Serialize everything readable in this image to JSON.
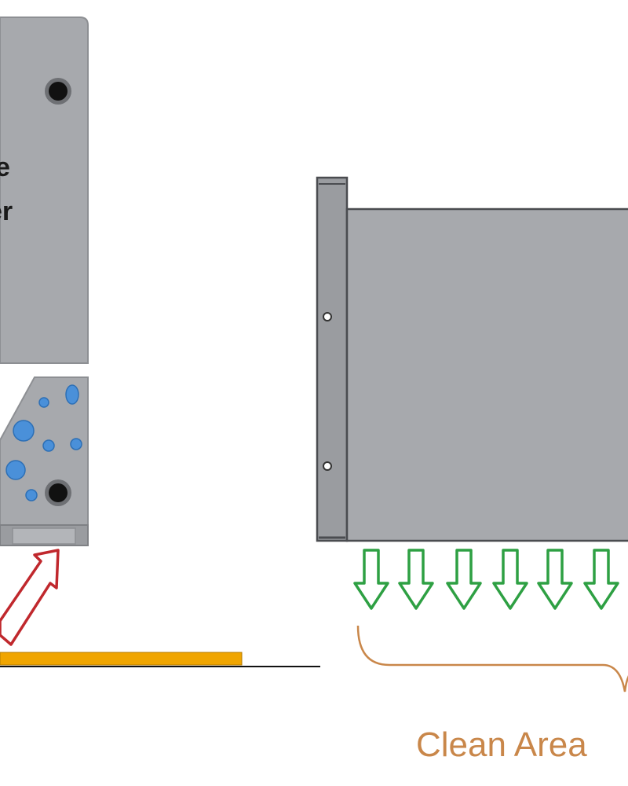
{
  "left_device": {
    "label_line1": "e",
    "label_line2": "er",
    "drop_color": "#4a90d9",
    "body_color": "#a7a9ad",
    "arrow_color": "#c0282d",
    "strip_color": "#f0a500"
  },
  "right_device": {
    "body_color": "#a7a9ad",
    "arrow_color": "#2ea043",
    "bracket_color": "#c9874a",
    "caption": "Clean Area"
  },
  "icons": {
    "arrow_up_left": "outline-arrow-up-right-icon",
    "arrow_down": "outline-arrow-down-icon"
  }
}
